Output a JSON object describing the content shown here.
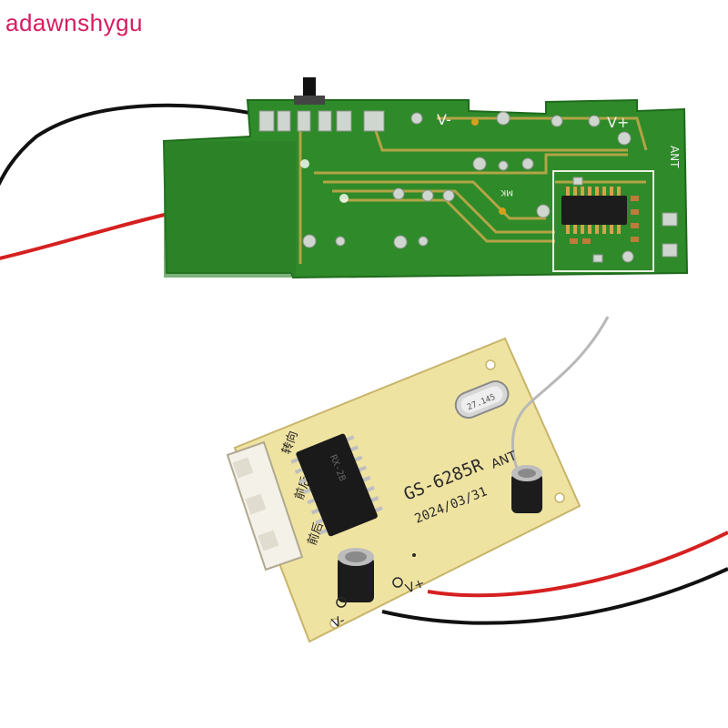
{
  "watermark": {
    "text": "adawnshygu"
  },
  "green_board": {
    "label_v_minus": "V-",
    "label_v_plus": "V+",
    "label_ant": "ANT",
    "label_mk": "MK"
  },
  "yellow_board": {
    "model": "GS-6285R",
    "date": "2024/03/31",
    "label_ant": "ANT",
    "label_v_minus": "V-",
    "label_v_plus": "V+",
    "crystal_marking": "27.145",
    "connector_labels": [
      "转向",
      "前后",
      "前后"
    ],
    "chip_marking": "RX-2B"
  },
  "colors": {
    "watermark": "#d81b60",
    "green_pcb": "#2f8a2a",
    "yellow_pcb": "#efe3a1",
    "wire_red": "#d62020",
    "wire_black": "#111111"
  }
}
